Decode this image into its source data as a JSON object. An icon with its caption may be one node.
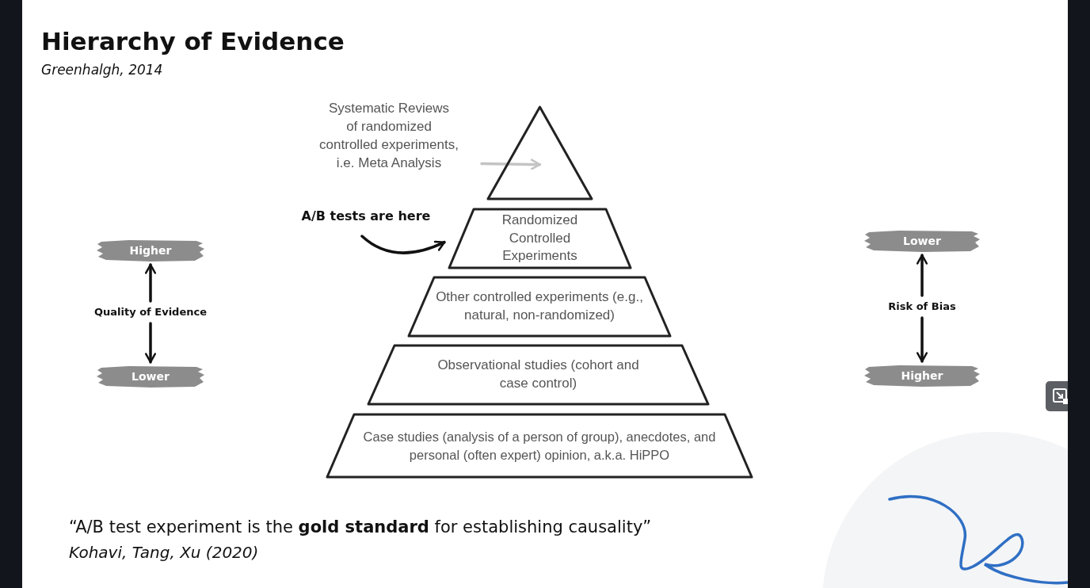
{
  "diagram": {
    "title": "Hierarchy of Evidence",
    "nodes": [
      {
        "text": [],
        "shape": "triangle"
      },
      {
        "text": [
          "Randomized Controlled Experiments"
        ]
      },
      {
        "text": [
          "Other controlled experiments (e.g., natural, non-randomized)"
        ]
      },
      {
        "text": [
          "Observational studies (cohort and case control)"
        ]
      },
      {
        "text": [
          "Case studies (analysis of a person of group), anecdotes, and personal (often expert) opinion, a.k.a. HiPPO"
        ]
      },
      {
        "text": [
          "Systematic Reviews of randomized controlled experiments, i.e. Meta Analysis"
        ]
      },
      {
        "text": [
          "A/B tests are here"
        ]
      },
      {
        "text": [
          "Higher"
        ]
      },
      {
        "text": [
          "Quality of Evidence"
        ]
      },
      {
        "text": [
          "Lower"
        ]
      },
      {
        "text": [
          "Lower"
        ]
      },
      {
        "text": [
          "Risk of Bias"
        ]
      },
      {
        "text": [
          "Higher"
        ]
      }
    ],
    "edges": [
      {
        "from": 5,
        "to": 0,
        "arrow": "to",
        "color": "#c4c4c4"
      },
      {
        "from": 6,
        "to": 1,
        "arrow": "to"
      },
      {
        "from": 8,
        "to": 7,
        "arrow": "to"
      },
      {
        "from": 8,
        "to": 9,
        "arrow": "to"
      },
      {
        "from": 11,
        "to": 10,
        "arrow": "to"
      },
      {
        "from": 11,
        "to": 12,
        "arrow": "to"
      }
    ],
    "labels": [
      "Greenhalgh, 2014",
      "“A/B test experiment is the **gold standard** for establishing causality”",
      "Kohavi, Tang, Xu (2020)"
    ]
  }
}
